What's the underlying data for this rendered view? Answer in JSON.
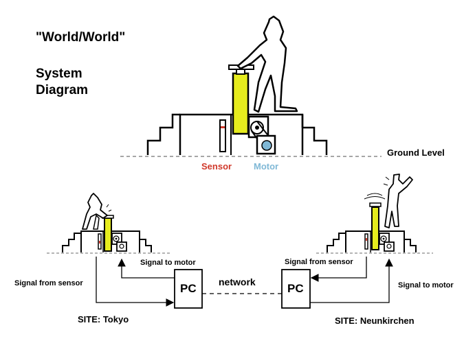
{
  "title": "\"World/World\"",
  "subtitle_line1": "System",
  "subtitle_line2": "Diagram",
  "labels": {
    "ground_level": "Ground Level",
    "sensor": "Sensor",
    "motor": "Motor",
    "network": "network",
    "pc_left": "PC",
    "pc_right": "PC",
    "tokyo_signal_to_motor": "Signal to motor",
    "tokyo_signal_from_sensor": "Signal from sensor",
    "neun_signal_from_sensor": "Signal from sensor",
    "neun_signal_to_motor": "Signal to motor",
    "site_tokyo": "SITE: Tokyo",
    "site_neunkirchen": "SITE: Neunkirchen"
  },
  "colors": {
    "sensor": "#d0392b",
    "motor": "#7fb8d6",
    "pump_fill": "#e6ec1e",
    "ground_line": "#888888",
    "ink": "#000000"
  }
}
